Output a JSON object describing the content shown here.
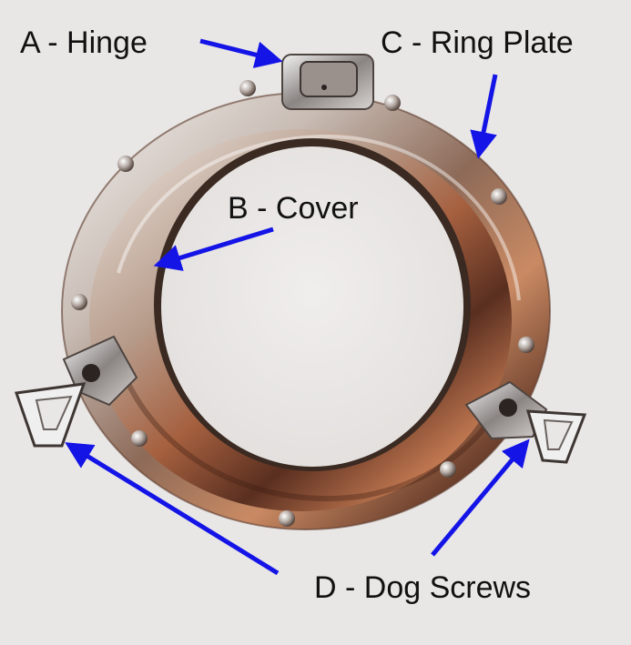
{
  "labels": {
    "hinge": "A - Hinge",
    "cover": "B - Cover",
    "ring_plate": "C - Ring Plate",
    "dog_screws": "D - Dog Screws"
  },
  "colors": {
    "background": "#e9e7e6",
    "arrow": "#1414e6",
    "chrome_light": "#d9d3cf",
    "chrome_dark": "#6e4a3a",
    "copper_reflection": "#a5603f",
    "glass": "#ebe9e7"
  },
  "icons": {
    "porthole": "porthole-photo",
    "arrow": "arrow-icon"
  }
}
